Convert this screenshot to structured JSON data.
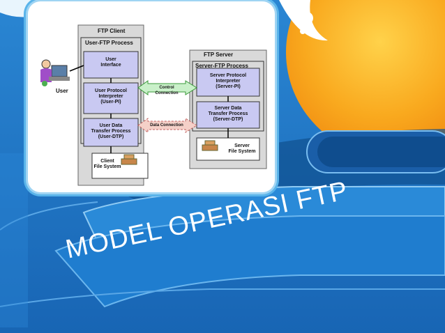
{
  "slide": {
    "title": "MODEL OPERASI FTP"
  },
  "diagram": {
    "user_label": "User",
    "client_title": "FTP Client",
    "client_process": "User-FTP Process",
    "user_interface": "User\nInterface",
    "user_pi": "User Protocol\nInterpreter\n(User-PI)",
    "user_dtp": "User Data\nTransfer Process\n(User-DTP)",
    "client_fs": "Client\nFile System",
    "server_title": "FTP Server",
    "server_process": "Server-FTP Process",
    "server_pi": "Server Protocol\nInterpreter\n(Server-PI)",
    "server_dtp": "Server Data\nTransfer Process\n(Server-DTP)",
    "server_fs": "Server\nFile System",
    "control_connection": "Control Connection",
    "data_connection": "Data Connection"
  },
  "colors": {
    "background": "#1f78c6",
    "sun": "#f7a21b",
    "process_box": "#c9c9f2",
    "panel": "#d9d9d9",
    "control_arrow": "#c9f0c9",
    "data_arrow": "#f5d0c8"
  }
}
